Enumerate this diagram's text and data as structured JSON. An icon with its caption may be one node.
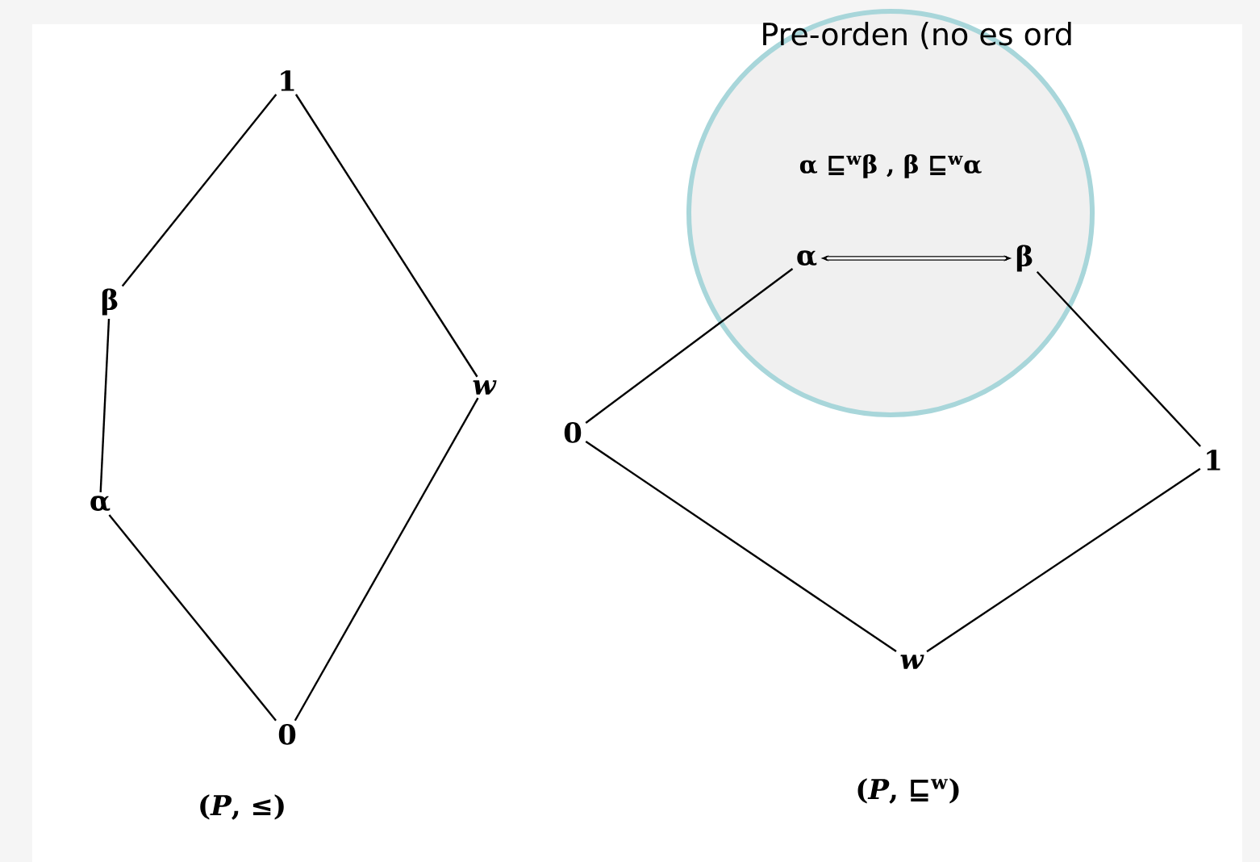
{
  "diagram": {
    "nodes": [
      {
        "text": [
          "1"
        ]
      },
      {
        "text": [
          "β"
        ]
      },
      {
        "text": [
          "α"
        ]
      },
      {
        "text": [
          "w"
        ]
      },
      {
        "text": [
          "0"
        ]
      },
      {
        "text": [
          "α ⊑$^{w}$β ,  β ⊑$^{w}$α"
        ]
      },
      {
        "text": [
          "α"
        ],
        "in": 5
      },
      {
        "text": [
          "β"
        ],
        "in": 5
      },
      {
        "text": [
          "0"
        ]
      },
      {
        "text": [
          "1"
        ]
      },
      {
        "text": [
          "w"
        ]
      }
    ],
    "edges": [
      {
        "from": 0,
        "to": 1,
        "arrow": "none"
      },
      {
        "from": 1,
        "to": 2,
        "arrow": "none"
      },
      {
        "from": 2,
        "to": 4,
        "arrow": "none"
      },
      {
        "from": 0,
        "to": 3,
        "arrow": "none"
      },
      {
        "from": 3,
        "to": 4,
        "arrow": "none"
      },
      {
        "from": 8,
        "to": 6,
        "arrow": "none"
      },
      {
        "from": 6,
        "to": 7,
        "arrow": "both",
        "style": "thick"
      },
      {
        "from": 7,
        "to": 9,
        "arrow": "none"
      },
      {
        "from": 8,
        "to": 10,
        "arrow": "none"
      },
      {
        "from": 10,
        "to": 9,
        "arrow": "none"
      }
    ],
    "labels": [
      "Pre-orden (no es ord",
      "(*P*, ≤)",
      "(*P*, ⊑$^{w}$)"
    ]
  }
}
